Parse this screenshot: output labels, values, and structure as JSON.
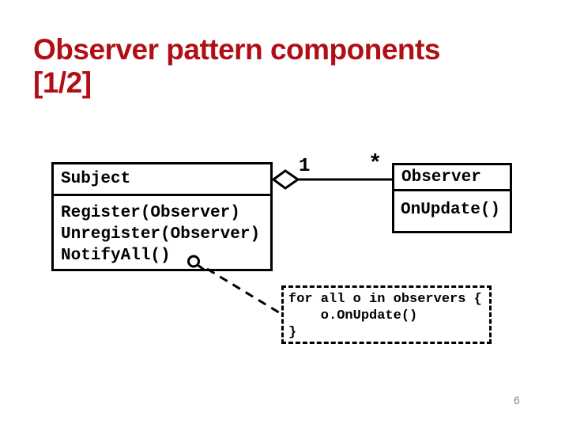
{
  "slide": {
    "title": {
      "line1": "Observer pattern components",
      "line2": "[1/2]",
      "color": "#B01015"
    },
    "page_number": "6"
  },
  "diagram": {
    "subject_class": {
      "name": "Subject",
      "methods": [
        "Register(Observer)",
        "Unregister(Observer)",
        "NotifyAll()"
      ]
    },
    "observer_class": {
      "name": "Observer",
      "methods": [
        "OnUpdate()"
      ]
    },
    "association": {
      "type": "aggregation-open-diamond",
      "subject_multiplicity": "1",
      "observer_multiplicity": "*"
    },
    "note": {
      "lines": [
        "for all o in observers {",
        "    o.OnUpdate()",
        "}"
      ]
    },
    "icons": {
      "notify_all_annotation": "magnifier-icon"
    },
    "stroke_color": "#000000"
  }
}
